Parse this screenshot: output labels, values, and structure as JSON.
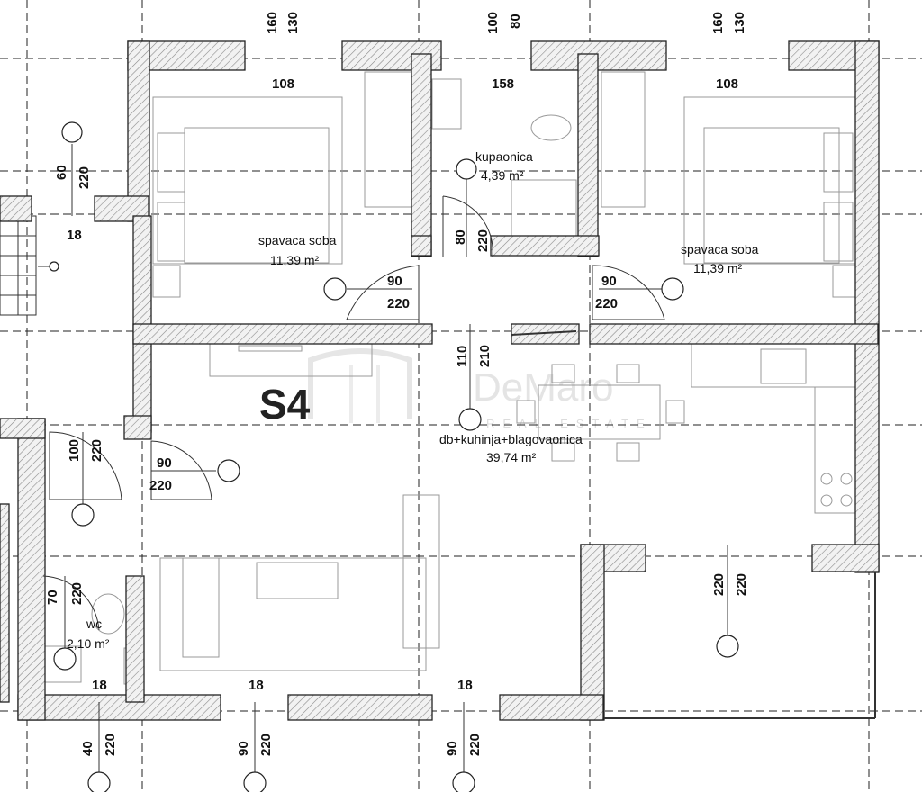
{
  "unit_label": "S4",
  "watermark": {
    "name": "DeMaro",
    "sub": "REAL ESTATE"
  },
  "rooms": {
    "bedroom_left": {
      "name": "spavaca soba",
      "area": "11,39 m²"
    },
    "bathroom": {
      "name": "kupaonica",
      "area": "4,39 m²"
    },
    "bedroom_right": {
      "name": "spavaca soba",
      "area": "11,39 m²"
    },
    "living": {
      "name": "db+kuhinja+blagovaonica",
      "area": "39,74 m²"
    },
    "wc": {
      "name": "wc",
      "area": "2,10 m²"
    }
  },
  "window_dims": {
    "top_left": {
      "w": "160",
      "h": "130",
      "sill": "108"
    },
    "top_mid": {
      "w": "100",
      "h": "80",
      "sill": "158"
    },
    "top_right": {
      "w": "160",
      "h": "130",
      "sill": "108"
    },
    "left_upper": {
      "w": "60",
      "h": "220",
      "sill": "18"
    },
    "bottom_left": {
      "w": "40",
      "h": "220",
      "sill": "18"
    },
    "bottom_mid": {
      "w": "90",
      "h": "220",
      "sill": "18"
    },
    "bottom_right": {
      "w": "90",
      "h": "220",
      "sill": "18"
    }
  },
  "door_dims": {
    "bedroom_left": {
      "w": "90",
      "h": "220"
    },
    "bathroom": {
      "w": "80",
      "h": "220"
    },
    "bedroom_right": {
      "w": "90",
      "h": "220"
    },
    "living_passage": {
      "w": "110",
      "h": "210"
    },
    "hall_entry": {
      "w": "100",
      "h": "220"
    },
    "living_entry": {
      "w": "90",
      "h": "220"
    },
    "wc": {
      "w": "70",
      "h": "220"
    },
    "balcony": {
      "w": "220",
      "h": "220"
    }
  }
}
